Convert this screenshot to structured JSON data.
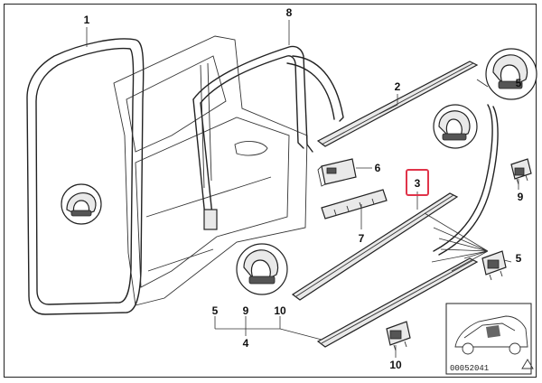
{
  "callouts": {
    "c1": "1",
    "c2": "2",
    "c3": "3",
    "c4": "4",
    "c5a": "5",
    "c5b": "5",
    "c6": "6",
    "c7": "7",
    "c8": "8",
    "c9a": "9",
    "c9b": "9",
    "c10a": "10",
    "c10b": "10"
  },
  "reference": {
    "code": "00052041"
  },
  "highlight_color": "#e0344a"
}
